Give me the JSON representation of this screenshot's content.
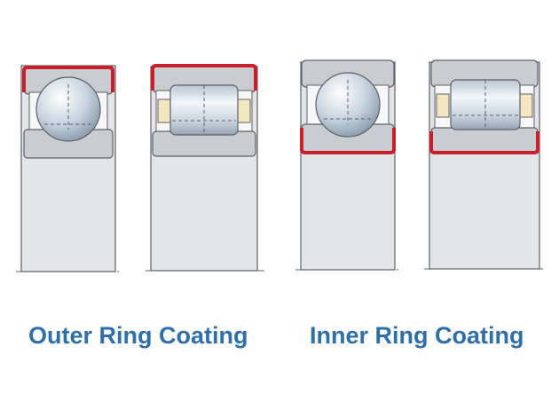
{
  "captions": {
    "outer": "Outer Ring Coating",
    "inner": "Inner Ring Coating"
  },
  "colors": {
    "caption": "#2f6fa8",
    "coating": "#c8202b",
    "ring_gray": "#c9ccd1",
    "housing_gray": "#e4e5e8",
    "outline": "#5c6168",
    "cage_cream": "#f4e6bf",
    "roller_light": "#eef3f7",
    "roller_dark": "#9aa6b2"
  },
  "bearings": [
    {
      "id": "ball-outer",
      "rolling_element": "ball",
      "coated_ring": "outer"
    },
    {
      "id": "roller-outer",
      "rolling_element": "cylindrical-roller",
      "coated_ring": "outer"
    },
    {
      "id": "ball-inner",
      "rolling_element": "ball",
      "coated_ring": "inner"
    },
    {
      "id": "roller-inner",
      "rolling_element": "cylindrical-roller",
      "coated_ring": "inner"
    }
  ]
}
